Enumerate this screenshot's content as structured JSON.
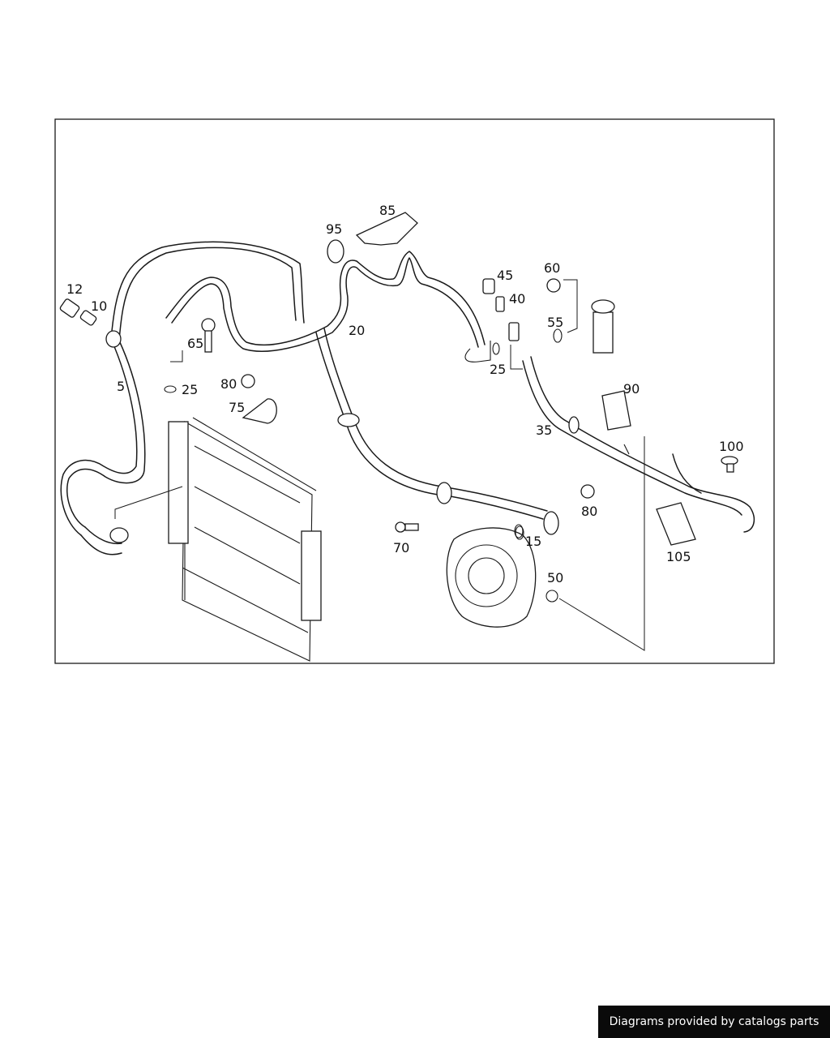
{
  "diagram": {
    "callouts": [
      "5",
      "10",
      "12",
      "15",
      "20",
      "25",
      "25",
      "35",
      "40",
      "45",
      "50",
      "55",
      "60",
      "65",
      "70",
      "75",
      "80",
      "80",
      "85",
      "90",
      "95",
      "100",
      "105"
    ]
  },
  "footer": {
    "credit": "Diagrams provided by catalogs parts"
  }
}
